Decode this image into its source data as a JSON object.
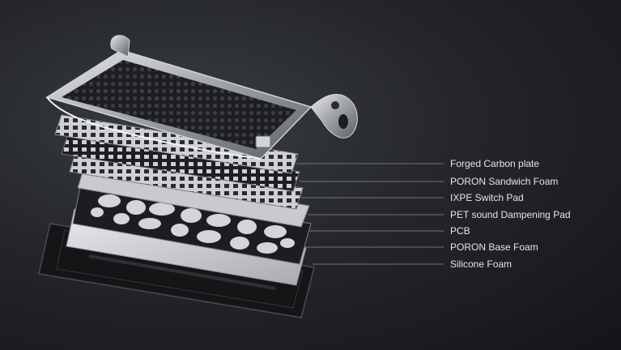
{
  "layers": [
    {
      "label": "Forged Carbon plate"
    },
    {
      "label": "PORON Sandwich Foam"
    },
    {
      "label": "IXPE Switch Pad"
    },
    {
      "label": "PET sound Dampening Pad"
    },
    {
      "label": "PCB"
    },
    {
      "label": "PORON Base Foam"
    },
    {
      "label": "Silicone Foam"
    }
  ],
  "colors": {
    "label_text": "#e6e6e6",
    "leader_line": "#8a8c90",
    "plate_dark": "#1b1c1f",
    "plate_light": "#d9dadc",
    "metal": "#b9bcc2"
  }
}
